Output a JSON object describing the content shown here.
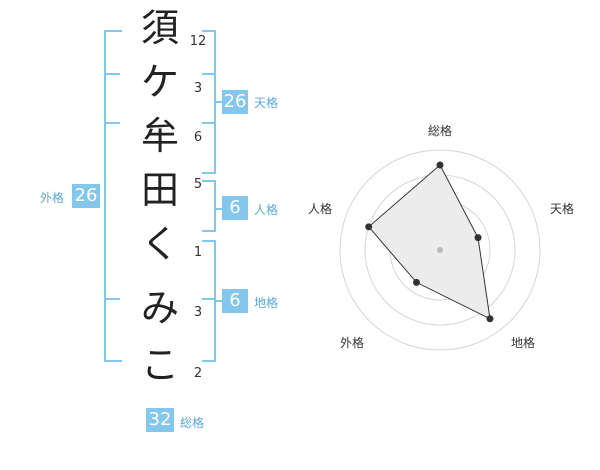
{
  "name": {
    "chars": [
      {
        "char": "須",
        "strokes": "12"
      },
      {
        "char": "ケ",
        "strokes": "3"
      },
      {
        "char": "牟",
        "strokes": "6"
      },
      {
        "char": "田",
        "strokes": "5"
      },
      {
        "char": "く",
        "strokes": "1"
      },
      {
        "char": "み",
        "strokes": "3"
      },
      {
        "char": "こ",
        "strokes": "2"
      }
    ]
  },
  "fortune": {
    "tenkaku": {
      "value": "26",
      "label": "天格"
    },
    "jinkaku": {
      "value": "6",
      "label": "人格"
    },
    "chikaku": {
      "value": "6",
      "label": "地格"
    },
    "gaikaku": {
      "value": "26",
      "label": "外格"
    },
    "soukaku": {
      "value": "32",
      "label": "総格"
    }
  },
  "radar": {
    "labels": {
      "top": "総格",
      "right": "天格",
      "bottom_right": "地格",
      "bottom_left": "外格",
      "left": "人格"
    },
    "scores": {
      "soukaku": 0.85,
      "tenkaku": 0.4,
      "chikaku": 0.85,
      "gaikaku": 0.4,
      "jinkaku": 0.75
    },
    "rings": 4
  },
  "colors": {
    "accent": "#84c7ec",
    "accent_text": "#5aa9d8",
    "point": "#333333",
    "fill": "#ececec"
  }
}
